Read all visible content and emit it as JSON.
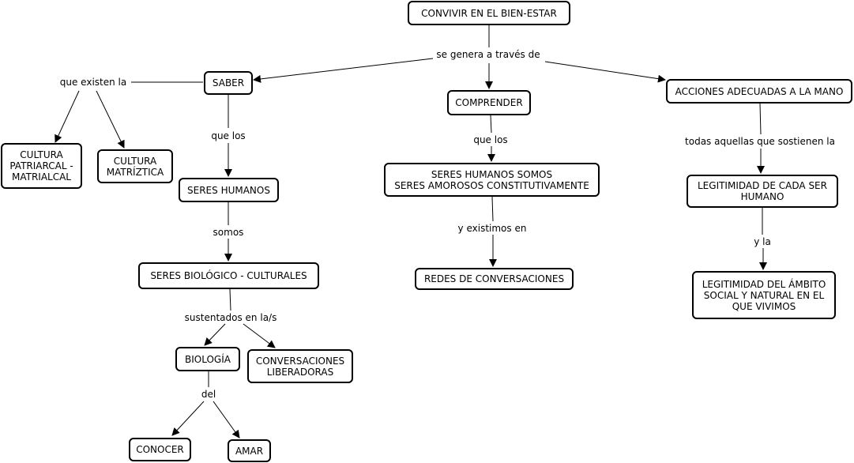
{
  "nodes": {
    "convivir": "CONVIVIR  EN EL BIEN-ESTAR",
    "saber": "SABER",
    "comprender": "COMPRENDER",
    "acciones": "ACCIONES ADECUADAS A LA MANO",
    "cultura_patriarcal": "CULTURA\nPATRIARCAL -\nMATRIALCAL",
    "cultura_matriztica": "CULTURA\nMATRÍZTICA",
    "seres_humanos": "SERES HUMANOS",
    "seres_humanos_somos": "SERES HUMANOS SOMOS\nSERES AMOROSOS CONSTITUTIVAMENTE",
    "legitimidad_ser": "LEGITIMIDAD DE CADA SER\nHUMANO",
    "seres_biologico": "SERES BIOLÓGICO - CULTURALES",
    "redes": "REDES DE CONVERSACIONES",
    "legitimidad_ambito": "LEGITIMIDAD DEL ÁMBITO\nSOCIAL Y NATURAL EN EL\nQUE VIVIMOS",
    "biologia": "BIOLOGÍA",
    "conversaciones": "CONVERSACIONES\nLIBERADORAS",
    "conocer": "CONOCER",
    "amar": "AMAR"
  },
  "links": {
    "se_genera": "se genera a través de",
    "que_existen": "que existen la",
    "que_los_1": "que los",
    "que_los_2": "que los",
    "todas_aquellas": "todas aquellas que sostienen la",
    "somos": "somos",
    "y_existimos": "y existimos en",
    "y_la": "y la",
    "sustentados": "sustentados en la/s",
    "del": "del"
  }
}
